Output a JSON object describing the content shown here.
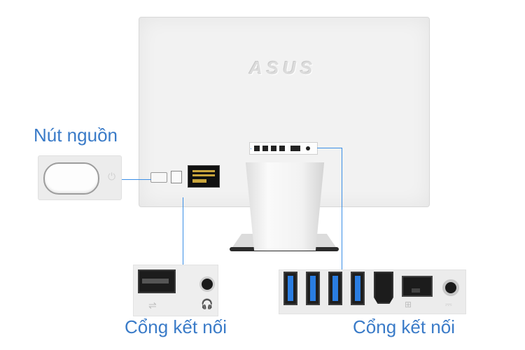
{
  "monitor": {
    "logo_text": "ASUS"
  },
  "labels": {
    "power": "Nút nguồn",
    "ports_left": "Cổng kết nối",
    "ports_right": "Cổng kết nối"
  },
  "colors": {
    "label_text": "#3a7bc8",
    "callout_line": "#3a8ee6",
    "usb3_accent": "#2a7de1"
  },
  "icons": [
    "power-icon",
    "usb-icon",
    "headphone-icon",
    "ethernet-icon",
    "hdmi-icon",
    "dc-in-icon"
  ]
}
